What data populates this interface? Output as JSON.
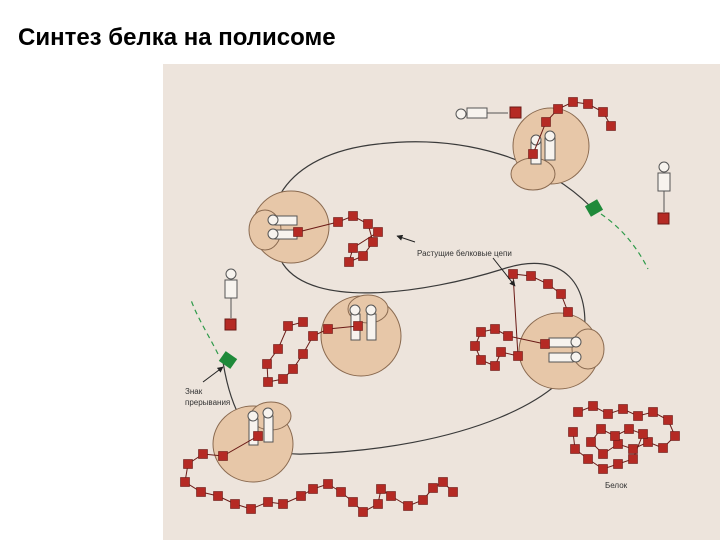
{
  "slide": {
    "title": "Синтез белка на полисоме"
  },
  "diagram": {
    "background_color": "#ede4dc",
    "ribosome_color": "#e7c7a8",
    "amino_acid_color": "#b52a24",
    "stop_codon_color": "#1f8a3a",
    "labels": {
      "growing_chains": "Растущие белковые цепи",
      "stop_sign_line1": "Знак",
      "stop_sign_line2": "прерывания",
      "protein": "Белок"
    }
  }
}
